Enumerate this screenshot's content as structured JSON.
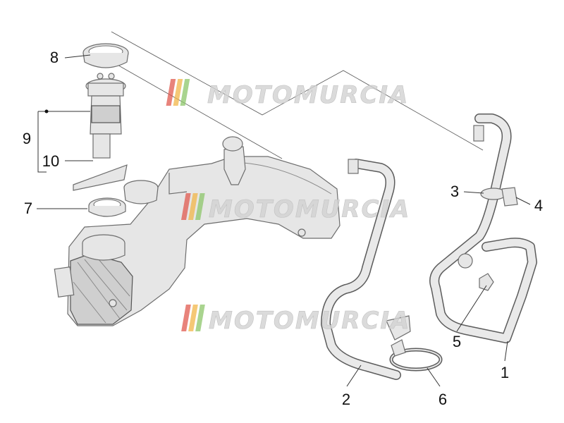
{
  "diagram": {
    "callouts": [
      {
        "id": "1",
        "label": "1"
      },
      {
        "id": "2",
        "label": "2"
      },
      {
        "id": "3",
        "label": "3"
      },
      {
        "id": "4",
        "label": "4"
      },
      {
        "id": "5",
        "label": "5"
      },
      {
        "id": "6",
        "label": "6"
      },
      {
        "id": "7",
        "label": "7"
      },
      {
        "id": "8",
        "label": "8"
      },
      {
        "id": "9",
        "label": "9"
      },
      {
        "id": "10",
        "label": "10"
      }
    ]
  },
  "watermark": {
    "text": "MOTOMURCIA",
    "stripe_colors": [
      "#e05a4f",
      "#f2b648",
      "#8cc56a"
    ]
  },
  "colors": {
    "line": "#6d6d6d",
    "fill": "#e6e6e6",
    "background": "#ffffff"
  }
}
